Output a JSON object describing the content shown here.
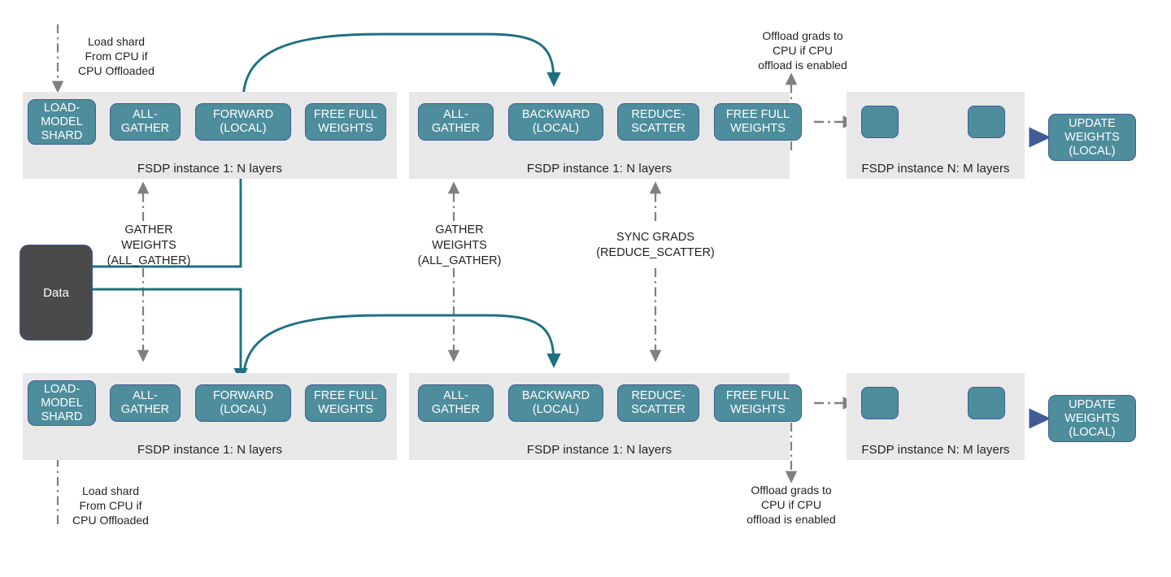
{
  "colors": {
    "node_fill": "#4d8d9c",
    "node_border": "#3f5c96",
    "panel_fill": "#e8e8e8",
    "data_fill": "#4a4a4a",
    "solid_arrow": "#3f5c96",
    "curve_arrow": "#1d7183",
    "dashed_arrow": "#808080",
    "text": "#231f20",
    "background": "#ffffff"
  },
  "data_node": {
    "label": "Data"
  },
  "rows": [
    {
      "id": "top",
      "groups": [
        {
          "panel_label": "FSDP instance 1: N layers",
          "nodes": [
            {
              "label": "LOAD-\nMODEL\nSHARD"
            },
            {
              "label": "ALL-\nGATHER"
            },
            {
              "label": "FORWARD\n(LOCAL)"
            },
            {
              "label": "FREE FULL\nWEIGHTS"
            }
          ]
        },
        {
          "panel_label": "FSDP instance 1: N layers",
          "nodes": [
            {
              "label": "ALL-\nGATHER"
            },
            {
              "label": "BACKWARD\n(LOCAL)"
            },
            {
              "label": "REDUCE-\nSCATTER"
            },
            {
              "label": "FREE FULL\nWEIGHTS"
            }
          ]
        },
        {
          "panel_label": "FSDP instance N: M layers",
          "nodes": [
            {
              "label": ""
            },
            {
              "label": ""
            }
          ]
        }
      ],
      "update_node": {
        "label": "UPDATE\nWEIGHTS\n(LOCAL)"
      }
    },
    {
      "id": "bottom",
      "groups": [
        {
          "panel_label": "FSDP instance 1: N layers",
          "nodes": [
            {
              "label": "LOAD-\nMODEL\nSHARD"
            },
            {
              "label": "ALL-\nGATHER"
            },
            {
              "label": "FORWARD\n(LOCAL)"
            },
            {
              "label": "FREE FULL\nWEIGHTS"
            }
          ]
        },
        {
          "panel_label": "FSDP instance 1: N layers",
          "nodes": [
            {
              "label": "ALL-\nGATHER"
            },
            {
              "label": "BACKWARD\n(LOCAL)"
            },
            {
              "label": "REDUCE-\nSCATTER"
            },
            {
              "label": "FREE FULL\nWEIGHTS"
            }
          ]
        },
        {
          "panel_label": "FSDP instance N: M layers",
          "nodes": [
            {
              "label": ""
            },
            {
              "label": ""
            }
          ]
        }
      ],
      "update_node": {
        "label": "UPDATE\nWEIGHTS\n(LOCAL)"
      }
    }
  ],
  "notes": {
    "load_shard_top": "Load shard\nFrom CPU if\nCPU Offloaded",
    "load_shard_bottom": "Load shard\nFrom CPU if\nCPU Offloaded",
    "offload_grads_top": "Offload grads to\nCPU if CPU\noffload is enabled",
    "offload_grads_bottom": "Offload grads to\nCPU if CPU\noffload is enabled"
  },
  "annotations": {
    "gather_weights_left": "GATHER\nWEIGHTS\n(ALL_GATHER)",
    "gather_weights_mid": "GATHER\nWEIGHTS\n(ALL_GATHER)",
    "sync_grads": "SYNC GRADS\n(REDUCE_SCATTER)"
  }
}
